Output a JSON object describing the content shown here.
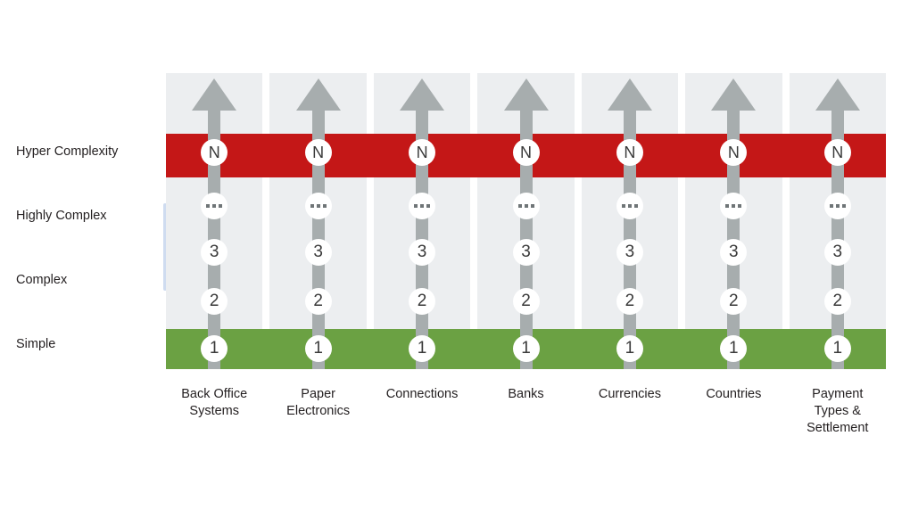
{
  "chart_data": {
    "type": "diagram",
    "title": "",
    "subtitle": "",
    "xlabel": "",
    "ylabel": "",
    "legend_position": "none",
    "grid": false,
    "complexity_levels": [
      {
        "label": "Hyper Complexity",
        "node": "N",
        "band": "red"
      },
      {
        "label": "Highly Complex",
        "node": "…",
        "band": "none"
      },
      {
        "label": "Complex",
        "node": "3",
        "band": "none"
      },
      {
        "label": "",
        "node": "2",
        "band": "none"
      },
      {
        "label": "Simple",
        "node": "1",
        "band": "green"
      }
    ],
    "y_axis_labels": [
      "Hyper Complexity",
      "Highly Complex",
      "Complex",
      "Simple"
    ],
    "categories": [
      "Back Office Systems",
      "Paper Electronics",
      "Connections",
      "Banks",
      "Currencies",
      "Countries",
      "Payment Types & Settlement"
    ],
    "node_scale": [
      "1",
      "2",
      "3",
      "…",
      "N"
    ],
    "series": [
      {
        "name": "Back Office Systems",
        "values": [
          "1",
          "2",
          "3",
          "…",
          "N"
        ]
      },
      {
        "name": "Paper Electronics",
        "values": [
          "1",
          "2",
          "3",
          "…",
          "N"
        ]
      },
      {
        "name": "Connections",
        "values": [
          "1",
          "2",
          "3",
          "…",
          "N"
        ]
      },
      {
        "name": "Banks",
        "values": [
          "1",
          "2",
          "3",
          "…",
          "N"
        ]
      },
      {
        "name": "Currencies",
        "values": [
          "1",
          "2",
          "3",
          "…",
          "N"
        ]
      },
      {
        "name": "Countries",
        "values": [
          "1",
          "2",
          "3",
          "…",
          "N"
        ]
      },
      {
        "name": "Payment Types & Settlement",
        "values": [
          "1",
          "2",
          "3",
          "…",
          "N"
        ]
      }
    ]
  },
  "axis": {
    "hyper_complexity": "Hyper Complexity",
    "highly_complex": "Highly Complex",
    "complex": "Complex",
    "simple": "Simple"
  },
  "nodes": {
    "n": "N",
    "dots": "…",
    "three": "3",
    "two": "2",
    "one": "1"
  },
  "columns": [
    {
      "label_line1": "Back Office",
      "label_line2": "Systems",
      "label_line3": ""
    },
    {
      "label_line1": "Paper",
      "label_line2": "Electronics",
      "label_line3": ""
    },
    {
      "label_line1": "Connections",
      "label_line2": "",
      "label_line3": ""
    },
    {
      "label_line1": "Banks",
      "label_line2": "",
      "label_line3": ""
    },
    {
      "label_line1": "Currencies",
      "label_line2": "",
      "label_line3": ""
    },
    {
      "label_line1": "Countries",
      "label_line2": "",
      "label_line3": ""
    },
    {
      "label_line1": "Payment",
      "label_line2": "Types &",
      "label_line3": "Settlement"
    }
  ],
  "colors": {
    "band_hyper": "#c41717",
    "band_simple": "#6ba143",
    "column": "#eceef0",
    "arrow": "#a7adae",
    "node_fill": "#ffffff",
    "node_text": "#3a3a3a",
    "text": "#231f20",
    "guide_blue": "#cfdcf0",
    "background": "#ffffff"
  }
}
